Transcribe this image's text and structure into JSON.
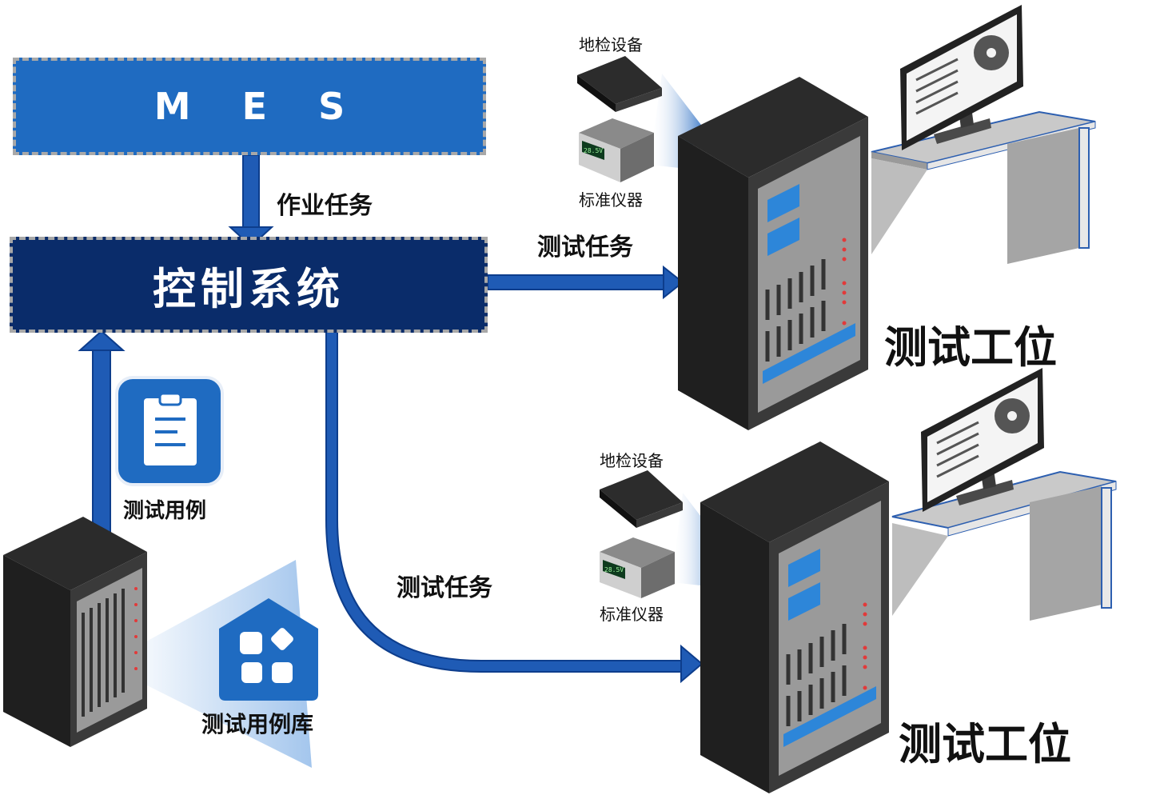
{
  "mes": {
    "label": "M    E    S",
    "color": "#1f6bc1"
  },
  "control": {
    "label": "控制系统",
    "color": "#0a2c6a"
  },
  "arrows": {
    "job_task": "作业任务",
    "test_task_1": "测试任务",
    "test_task_2": "测试任务"
  },
  "station_1": {
    "title": "测试工位",
    "ground_equipment": "地检设备",
    "standard_instrument": "标准仪器",
    "meter_reading": "28.5V"
  },
  "station_2": {
    "title": "测试工位",
    "ground_equipment": "地检设备",
    "standard_instrument": "标准仪器",
    "meter_reading": "28.5V"
  },
  "test_case": {
    "label": "测试用例"
  },
  "test_case_library": {
    "label": "测试用例库"
  },
  "colors": {
    "arrow": "#1f5bb5",
    "arrow_dark": "#0d3d8c",
    "rack": "#333333",
    "screen": "#2d86d9"
  }
}
